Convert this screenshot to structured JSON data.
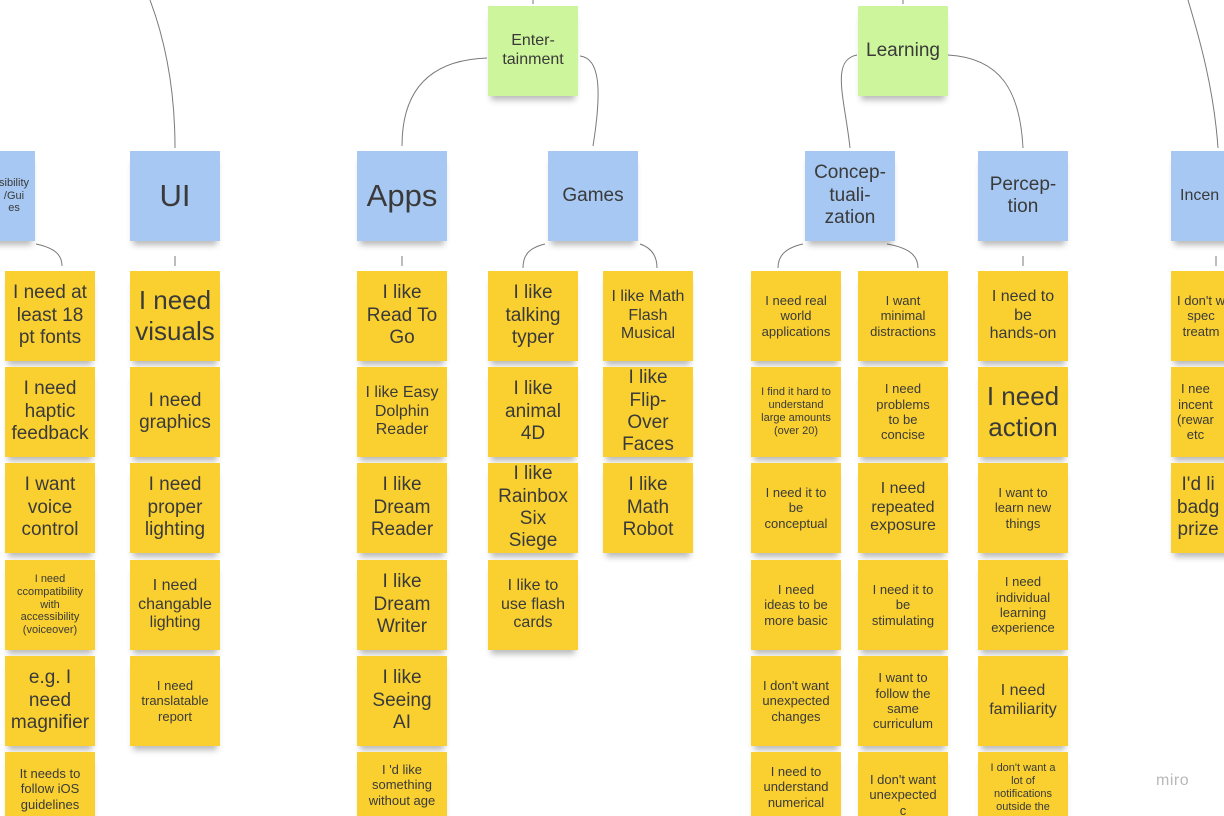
{
  "app": {
    "brand": "miro"
  },
  "categories": {
    "entertainment": "Enter-\ntainment",
    "learning": "Learning"
  },
  "groups": {
    "accessibility": "sibility\n/Gui\nes",
    "ui": "UI",
    "apps": "Apps",
    "games": "Games",
    "conceptualization": "Concep-\ntuali-\nzation",
    "perception": "Percep-\ntion",
    "incentives": "Incen"
  },
  "notes": {
    "accessibility": [
      "I need at\nleast 18\npt fonts",
      "I need\nhaptic\nfeedback",
      "I want\nvoice\ncontrol",
      "I need\nccompatibility\nwith\naccessibility\n(voiceover)",
      "e.g. I\nneed\nmagnifier",
      "It needs to\nfollow iOS\nguidelines"
    ],
    "ui": [
      "I need\nvisuals",
      "I need\ngraphics",
      "I need\nproper\nlighting",
      "I need\nchangable\nlighting",
      "I need\ntranslatable\nreport"
    ],
    "apps": [
      "I like\nRead To\nGo",
      "I like Easy\nDolphin\nReader",
      "I like\nDream\nReader",
      "I like\nDream\nWriter",
      "I like\nSeeing\nAI",
      "I 'd like\nsomething\nwithout age"
    ],
    "games_a": [
      "I like\ntalking\ntyper",
      "I like\nanimal\n4D",
      "I like\nRainbox\nSix Siege",
      "I like to\nuse flash\ncards"
    ],
    "games_b": [
      "I like Math\nFlash\nMusical",
      "I like\nFlip-Over\nFaces",
      "I like\nMath\nRobot"
    ],
    "concept_a": [
      "I need real\nworld\napplications",
      "I find it hard to\nunderstand\nlarge amounts\n(over 20)",
      "I need it to\nbe\nconceptual",
      "I need\nideas to be\nmore basic",
      "I don't want\nunexpected\nchanges",
      "I need to\nunderstand\nnumerical"
    ],
    "concept_b": [
      "I want\nminimal\ndistractions",
      "I need\nproblems\nto be\nconcise",
      "I need\nrepeated\nexposure",
      "I need it to\nbe\nstimulating",
      "I want to\nfollow the\nsame\ncurriculum",
      "I don't want\nunexpected\nc"
    ],
    "perception": [
      "I need to\nbe\nhands-on",
      "I need\naction",
      "I want to\nlearn new\nthings",
      "I need\nindividual\nlearning\nexperience",
      "I need\nfamiliarity",
      "I don't want a\nlot of\nnotifications\noutside the"
    ],
    "incentives": [
      "I don't w\nspec\ntreatm",
      "I nee\nincent\n(rewar\netc",
      "I'd li\nbadg\nprize"
    ]
  }
}
